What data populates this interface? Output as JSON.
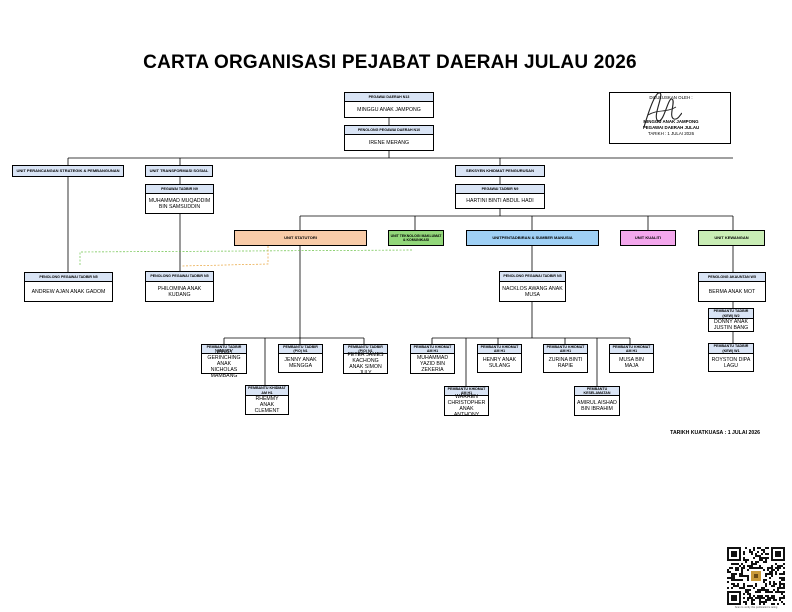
{
  "title": "CARTA ORGANISASI PEJABAT DAERAH JULAU 2026",
  "approval": {
    "header": "DILULUSKAN OLEH :",
    "name": "MINGGU ANAK JAMPONG",
    "position": "PEGAWAI DAERAH JULAU",
    "date": "TARIKH : 1 JULAI 2026"
  },
  "effective_date": "TARIKH KUATKUASA : 1 JULAI 2026",
  "nodes": {
    "pd": {
      "title": "PEGAWAI DAERAH N13",
      "name": "MINGGU ANAK JAMPONG"
    },
    "ppd": {
      "title": "PENOLONG PEGAWAI DAERAH N10",
      "name": "IRENE MERANG"
    },
    "ts_uts": {
      "title": "PEGAWAI TADBIR N9",
      "name": "MUHAMMAD MUQADDIM BIN SAMSUDDIN"
    },
    "ts_skp": {
      "title": "PEGAWAI TADBIR N9",
      "name": "HARTINI BINTI ABDUL HADI"
    },
    "pp_psp": {
      "title": "PENOLONG PEGAWAI TADBIR N5",
      "name": "ANDREW AJAN ANAK GADOM"
    },
    "pp_uts": {
      "title": "PENOLONG PEGAWAI TADBIR N5",
      "name": "PHILOMINA ANAK KUDANG"
    },
    "pp_psm": {
      "title": "PENOLONG PEGAWAI TADBIR N5",
      "name": "NACKLOS AWANG ANAK MUSA"
    },
    "pa_uk": {
      "title": "PENOLONG AKAUNTAN W5",
      "name": "BERMA ANAK MOT"
    },
    "pt_uk1": {
      "title": "PEMBANTU TADBIR (KEW) W2",
      "name": "DONNY ANAK JUSTIN BANG"
    },
    "pt_uk2": {
      "title": "PEMBANTU TADBIR (KEW) W1",
      "name": "ROYSTON DIPA LAGU"
    },
    "st1": {
      "title": "PEMBANTU TADBIR (P/O) N1",
      "name": "NANCY GERINCHING ANAK NICHOLAS MAMBANG"
    },
    "st2": {
      "title": "PEMBANTU TADBIR (P/O) N1",
      "name": "JENNY ANAK MENGGA"
    },
    "st3": {
      "title": "PEMBANTU TADBIR (P/O) N1",
      "name": "PETER JAMES KACHONG ANAK SIMON JULY"
    },
    "st4": {
      "title": "PEMBANTU KHIDMAT AM H1",
      "name": "RHEMMY ANAK CLEMENT"
    },
    "sm1": {
      "title": "PEMBANTU KHIDMAT AM H1",
      "name": "MUHAMMAD YAZID BIN ZEKERIA"
    },
    "sm2": {
      "title": "PEMBANTU KHIDMAT AM H1",
      "name": "HENRY ANAK SULANG"
    },
    "sm3": {
      "title": "PEMBANTU KHIDMAT AM H1",
      "name": "ZURINA BINTI RAPIE"
    },
    "sm4": {
      "title": "PEMBANTU KHIDMAT AM H1",
      "name": "MUSA BIN MAJA"
    },
    "sm5": {
      "title": "PEMBANTU KHIDMAT AM H1",
      "name": "WARREN CHRISTOPHER ANAK ANTHONY"
    },
    "sm6": {
      "title": "PEMBANTU KESELAMATAN",
      "name": "AMIRUL AISHAD BIN IBRAHIM"
    }
  },
  "units": {
    "psp": "UNIT PERANCANGAN STRATEGIK & PEMBANGUNAN",
    "uts": "UNIT TRANSFORMASI SOSIAL",
    "skp": "SEKSYEN KHIDMAT PENGURUSAN",
    "statutori": "UNIT STATUTORI",
    "tmk": "UNIT TEKNOLOGI MAKLUMAT & KOMUNIKASI",
    "psm": "UNITPENTADBIRAN & SUMBER MANUSIA",
    "kualiti": "UNIT KUALITI",
    "kewangan": "UNIT KEWANGAN"
  },
  "colors": {
    "header_fill": "#d9e4f5",
    "statutori": "#f8cba8",
    "tmk": "#92d77a",
    "psm": "#9fd0f5",
    "kualiti": "#f3a7ec",
    "kewangan": "#c9edb5",
    "dashed_green": "#6cc24a",
    "dashed_orange": "#e8a33a"
  },
  "qr": {
    "caption": "Scan to verify this publication's rating"
  }
}
